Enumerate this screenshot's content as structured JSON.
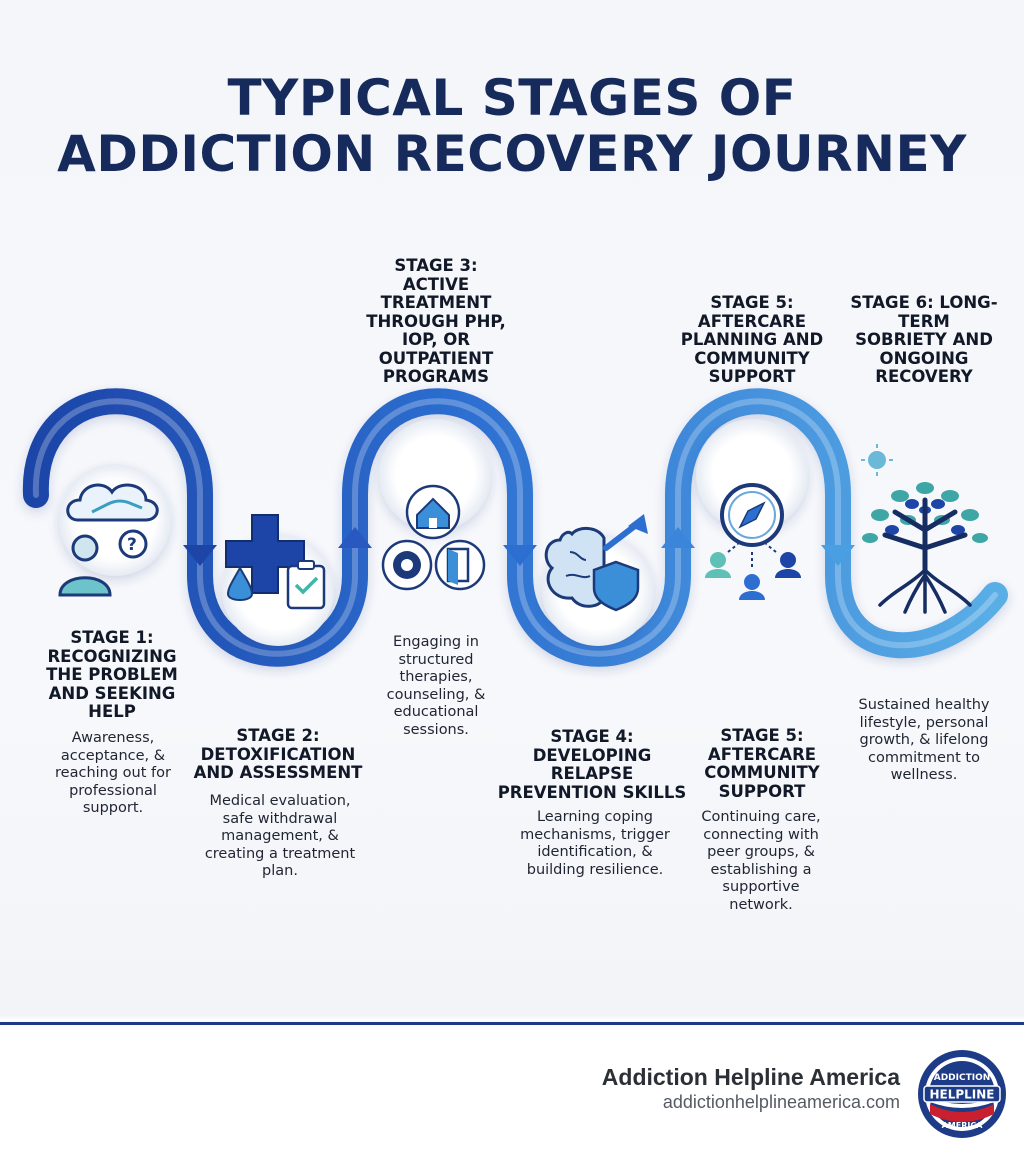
{
  "title": {
    "line1": "TYPICAL STAGES OF",
    "line2": "ADDICTION RECOVERY JOURNEY"
  },
  "stages": [
    {
      "title": "STAGE 1: RECOGNIZING THE PROBLEM AND SEEKING HELP",
      "description": "Awareness, acceptance, & reaching out for professional support.",
      "icon": "hand-cloud-person-icon"
    },
    {
      "title": "STAGE 2: DETOXIFICATION AND ASSESSMENT",
      "description": "Medical evaluation, safe withdrawal management, & creating a treatment plan.",
      "icon": "medical-cross-clipboard-icon"
    },
    {
      "title": "STAGE 3: ACTIVE TREATMENT THROUGH PHP, IOP, OR OUTPATIENT PROGRAMS",
      "description": "Engaging in structured therapies, counseling, & educational sessions.",
      "icon": "house-gear-door-icon"
    },
    {
      "title": "STAGE 4: DEVELOPING RELAPSE PREVENTION SKILLS",
      "description": "Learning coping mechanisms, trigger identification, & building resilience.",
      "icon": "brain-shield-icon"
    },
    {
      "title": "STAGE 5: AFTERCARE PLANNING AND COMMUNITY SUPPORT",
      "description": "",
      "icon": "compass-people-icon"
    },
    {
      "title": "STAGE 5: AFTERCARE COMMUNITY SUPPORT",
      "description": "Continuing care, connecting with peer groups, & establishing a supportive network.",
      "icon": ""
    },
    {
      "title": "STAGE 6: LONG-TERM SOBRIETY AND ONGOING RECOVERY",
      "description": "Sustained healthy lifestyle, personal growth, & lifelong commitment to wellness.",
      "icon": "tree-sun-icon"
    }
  ],
  "footer": {
    "brand": "Addiction Helpline America",
    "url": "addictionhelplineamerica.com",
    "logo_text_top": "ADDICTION",
    "logo_text_mid": "HELPLINE",
    "logo_text_bottom": "AMERICA"
  },
  "colors": {
    "title": "#162a5c",
    "path_dark": "#1d45a8",
    "path_mid": "#2d6fd1",
    "path_light": "#5aaee6",
    "footer_line": "#1d3b86"
  }
}
